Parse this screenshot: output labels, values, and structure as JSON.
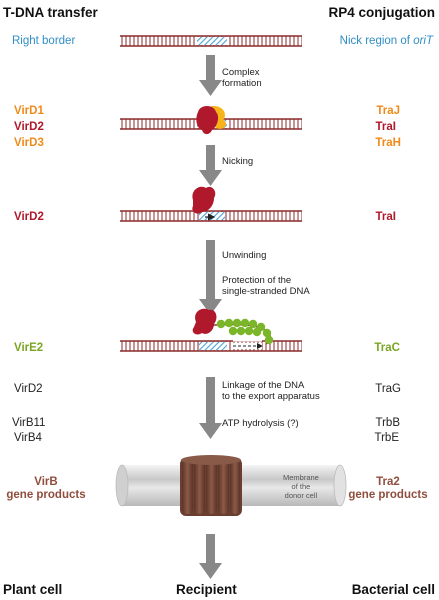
{
  "headers": {
    "left": "T-DNA transfer",
    "right": "RP4 conjugation"
  },
  "rows": {
    "row1": {
      "left": "Right border",
      "right_prefix": "Nick region of ",
      "right_italic": "oriT"
    },
    "row2": {
      "left": [
        "VirD1",
        "VirD2",
        "VirD3"
      ],
      "right": [
        "TraJ",
        "TraI",
        "TraH"
      ]
    },
    "row3": {
      "left": "VirD2",
      "right": "TraI"
    },
    "row4": {
      "left": "VirE2",
      "right": "TraC"
    },
    "row5": {
      "left": "VirD2",
      "right": "TraG"
    },
    "row6": {
      "left": [
        "VirB11",
        "VirB4"
      ],
      "right": [
        "TrbB",
        "TrbE"
      ]
    },
    "row7": {
      "left": [
        "VirB",
        "gene products"
      ],
      "right": [
        "Tra2",
        "gene products"
      ]
    }
  },
  "steps": [
    [
      "Complex",
      "formation"
    ],
    [
      "Nicking"
    ],
    [
      "Unwinding"
    ],
    [
      "Protection of the",
      "single-stranded DNA"
    ],
    [
      "Linkage of the DNA",
      "to the export apparatus"
    ],
    [
      "ATP hydrolysis (?)"
    ]
  ],
  "membrane_label": [
    "Membrane",
    "of the",
    "donor cell"
  ],
  "footer": {
    "left": "Plant cell",
    "center": "Recipient",
    "right": "Bacterial cell"
  },
  "colors": {
    "dna": "#8b2a2a",
    "hatch": "#4aa3d8",
    "orange_protein": "#f6b41a",
    "red_protein": "#b0182b",
    "green_protein": "#7ab52a",
    "arrow": "#888888",
    "channel": "#7a4a3a"
  }
}
